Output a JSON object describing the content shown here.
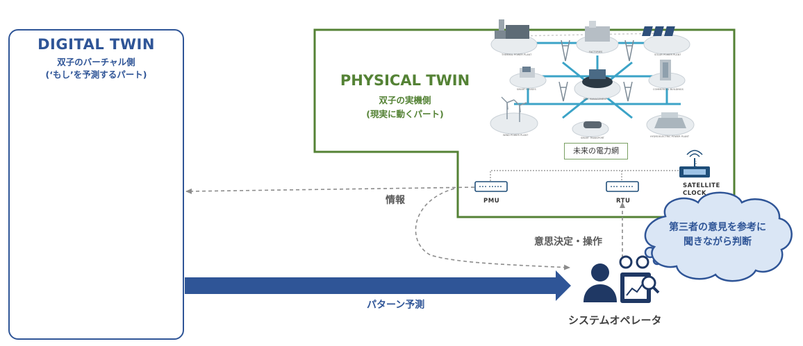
{
  "digital_twin": {
    "title": "DIGITAL TWIN",
    "subtitle_line1": "双子のバーチャル側",
    "subtitle_line2": "(‘もし’を予測するパート)"
  },
  "physical_twin": {
    "title": "PHYSICAL TWIN",
    "subtitle_line1": "双子の実機側",
    "subtitle_line2": "(現実に動くパート)",
    "grid_label": "未来の電力網"
  },
  "devices": {
    "pmu": "PMU",
    "rtu": "RTU",
    "satellite_clock": "SATELLITE CLOCK"
  },
  "flows": {
    "info": "情報",
    "decision": "意思決定・操作",
    "pattern": "パターン予測"
  },
  "operator": {
    "label": "システムオペレータ"
  },
  "cloud": {
    "line1": "第三者の意見を参考に",
    "line2": "聞きながら判断"
  },
  "colors": {
    "digital_blue": "#2f5597",
    "physical_green": "#548235",
    "arrow_gray": "#8c8c8c",
    "cloud_fill": "#dae6f5",
    "operator_navy": "#1f3864"
  }
}
